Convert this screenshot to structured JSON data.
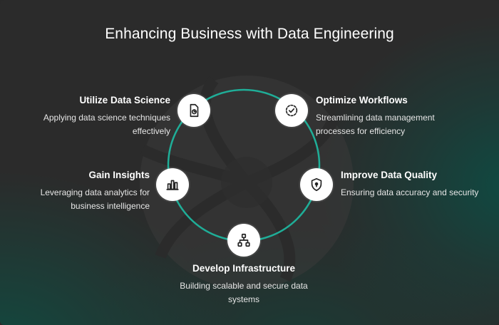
{
  "title": "Enhancing Business with Data Engineering",
  "colors": {
    "ring": "#1fae98",
    "node_bg": "#ffffff",
    "icon": "#222222",
    "text": "#ffffff"
  },
  "steps": [
    {
      "id": "optimize",
      "icon": "checkmark-circle-icon",
      "heading": "Optimize Workflows",
      "lines": [
        "Streamlining data management",
        "processes for efficiency"
      ]
    },
    {
      "id": "quality",
      "icon": "shield-lock-icon",
      "heading": "Improve Data Quality",
      "lines": [
        "Ensuring data accuracy and security"
      ]
    },
    {
      "id": "infrastructure",
      "icon": "network-hierarchy-icon",
      "heading": "Develop Infrastructure",
      "lines": [
        "Building scalable and secure data",
        "systems"
      ]
    },
    {
      "id": "insights",
      "icon": "bar-chart-icon",
      "heading": "Gain Insights",
      "lines": [
        "Leveraging data analytics for",
        "business intelligence"
      ]
    },
    {
      "id": "science",
      "icon": "chart-document-icon",
      "heading": "Utilize Data Science",
      "lines": [
        "Applying data science techniques",
        "effectively"
      ]
    }
  ]
}
